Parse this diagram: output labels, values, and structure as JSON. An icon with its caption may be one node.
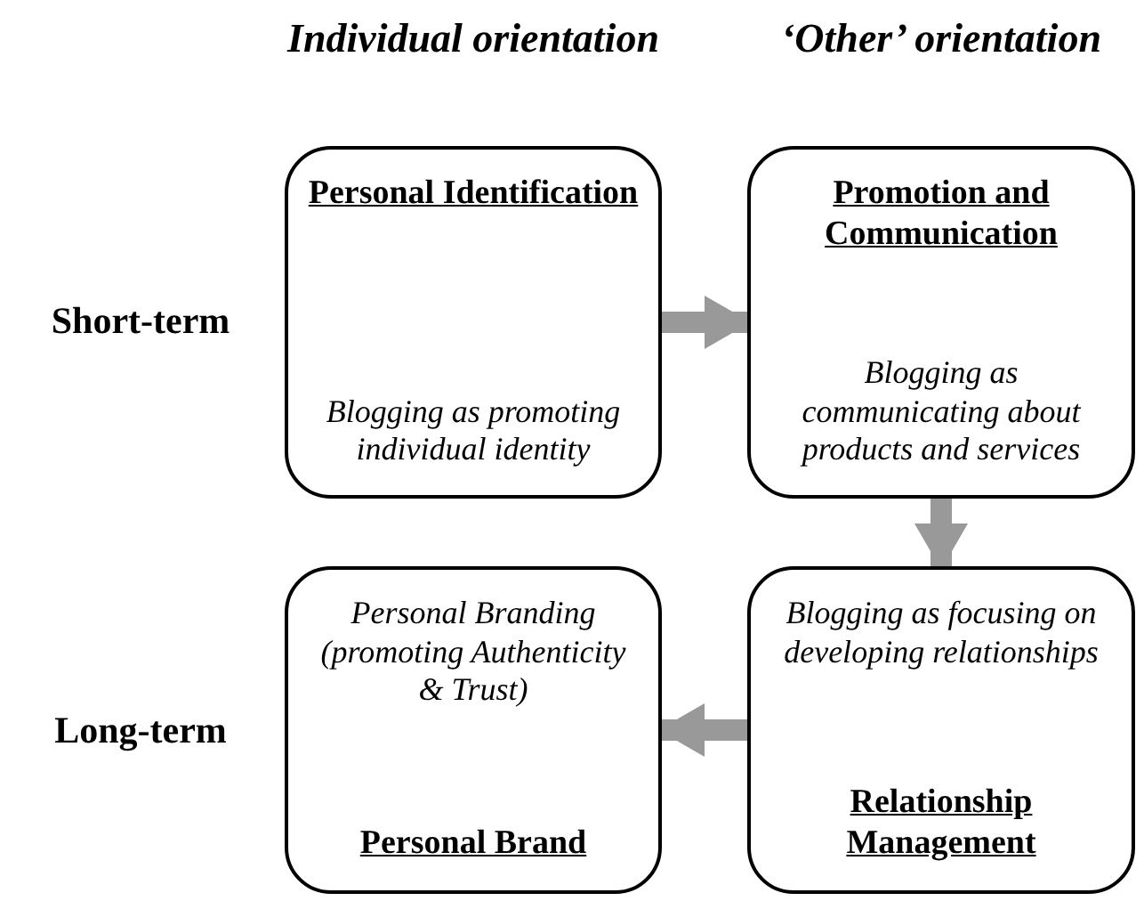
{
  "diagram": {
    "nodes": [
      {
        "text": [
          "Personal Identification",
          "Blogging as promoting individual identity"
        ]
      },
      {
        "text": [
          "Promotion and Communication",
          "Blogging as communicating about products and services"
        ]
      },
      {
        "text": [
          "Personal Branding (promoting Authenticity & Trust)",
          "Personal Brand"
        ]
      },
      {
        "text": [
          "Blogging as focusing on developing relationships",
          "Relationship Management"
        ]
      }
    ],
    "edges": [
      {
        "from": 0,
        "to": 1,
        "arrow": "to"
      },
      {
        "from": 1,
        "to": 3,
        "arrow": "to"
      },
      {
        "from": 3,
        "to": 2,
        "arrow": "to"
      }
    ],
    "labels": [
      "Individual orientation",
      "‘Other’ orientation",
      "Short-term",
      "Long-term"
    ]
  }
}
